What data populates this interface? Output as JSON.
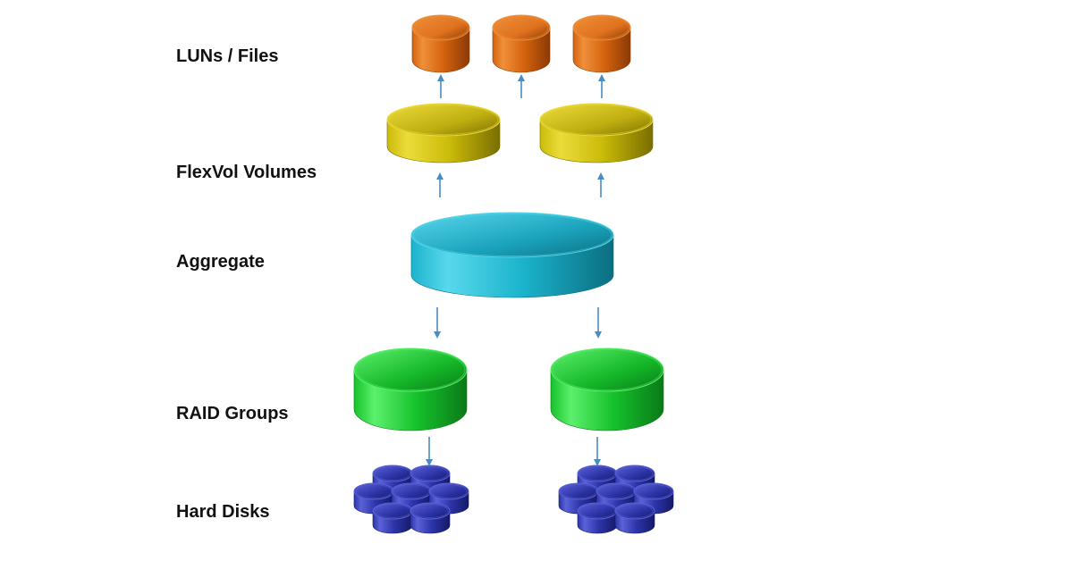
{
  "labels": {
    "luns": "LUNs / Files",
    "flexvol": "FlexVol Volumes",
    "aggregate": "Aggregate",
    "raid": "RAID Groups",
    "disks": "Hard Disks"
  },
  "colors": {
    "luns": {
      "light": "#f0903a",
      "mid": "#d4620e",
      "dark": "#8a3a06",
      "top": "#e0721e"
    },
    "flexvol": {
      "light": "#ecdc3a",
      "mid": "#cbbb0a",
      "dark": "#7a6e00",
      "top": "#bfae10"
    },
    "aggregate": {
      "light": "#58d8ec",
      "mid": "#1bb3cc",
      "dark": "#0c6e80",
      "top": "#1aa2bb"
    },
    "raid": {
      "light": "#5cf06c",
      "mid": "#16c22c",
      "dark": "#0a7a18",
      "top": "#14b628"
    },
    "disks": {
      "light": "#5a62d8",
      "mid": "#2c33a8",
      "dark": "#141a66",
      "top": "#2a32a4"
    },
    "arrow": "#4a8cc4"
  },
  "icons": {
    "luns": "cylinder-icon",
    "flexvol": "cylinder-icon",
    "aggregate": "cylinder-icon",
    "raid": "cylinder-icon",
    "disks": "disk-cluster-icon",
    "connector": "arrow-icon"
  }
}
